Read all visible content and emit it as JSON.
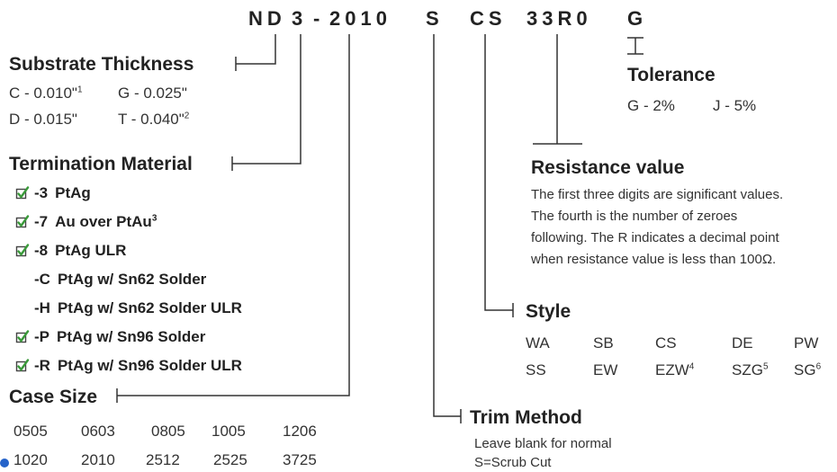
{
  "part_number": {
    "prefix": "ND",
    "substrate": "3",
    "sep": "-",
    "case": "2010",
    "trim": "S",
    "style": "CS",
    "value": "33R0",
    "tolerance": "G"
  },
  "substrate": {
    "title": "Substrate Thickness",
    "c": "C - 0.010\"",
    "c_note": "1",
    "g": "G - 0.025\"",
    "d": "D - 0.015\"",
    "t": "T - 0.040\"",
    "t_note": "2"
  },
  "termination": {
    "title": "Termination Material",
    "items": [
      {
        "code": "-3",
        "label": "PtAg",
        "checked": true
      },
      {
        "code": "-7",
        "label": "Au over PtAu",
        "note": "3",
        "checked": true
      },
      {
        "code": "-8",
        "label": "PtAg ULR",
        "checked": true
      },
      {
        "code": "-C",
        "label": "PtAg w/ Sn62 Solder",
        "checked": false
      },
      {
        "code": "-H",
        "label": "PtAg w/ Sn62 Solder ULR",
        "checked": false
      },
      {
        "code": "-P",
        "label": "PtAg w/ Sn96 Solder",
        "checked": true
      },
      {
        "code": "-R",
        "label": "PtAg w/ Sn96 Solder ULR",
        "checked": true
      }
    ],
    "check_color": "#3a9a3a"
  },
  "case_size": {
    "title": "Case Size",
    "row1": [
      "0505",
      "0603",
      "0805",
      "1005",
      "1206"
    ],
    "row2": [
      "1020",
      "2010",
      "2512",
      "2525",
      "3725"
    ]
  },
  "tolerance": {
    "title": "Tolerance",
    "g": "G - 2%",
    "j": "J - 5%"
  },
  "resistance": {
    "title": "Resistance value",
    "lines": [
      "The first three digits are significant values.",
      "The fourth is the number of zeroes",
      "following. The R indicates a decimal point",
      "when resistance value is less than 100Ω."
    ]
  },
  "style": {
    "title": "Style",
    "row1": [
      "WA",
      "SB",
      "CS",
      "DE",
      "PW"
    ],
    "row2": [
      "SS",
      "EW",
      "EZW",
      "SZG",
      "SG"
    ],
    "row2_notes": [
      "",
      "",
      "4",
      "5",
      "6"
    ]
  },
  "trim": {
    "title": "Trim Method",
    "lines": [
      "Leave blank for normal",
      "S=Scrub Cut"
    ]
  },
  "accent": {
    "dot": "#2563c9"
  }
}
